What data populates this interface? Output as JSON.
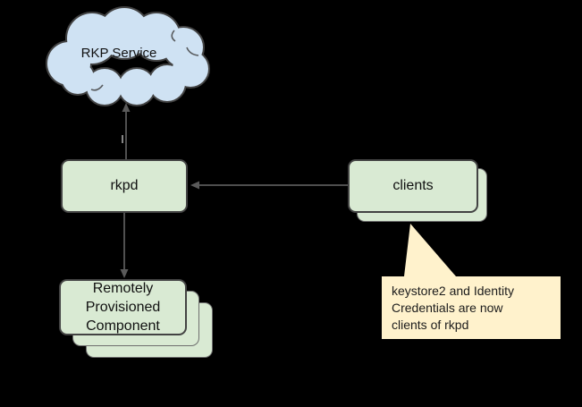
{
  "diagram": {
    "colors": {
      "background": "#000000",
      "cloud_fill": "#cfe2f3",
      "node_fill": "#d9ead3",
      "callout_fill": "#fff2cc",
      "border": "#434343",
      "arrow": "#5a5a5a"
    },
    "nodes": {
      "rkp_service": {
        "label": "RKP Service",
        "shape": "cloud"
      },
      "rkpd": {
        "label": "rkpd",
        "shape": "rounded-rect"
      },
      "clients": {
        "label": "clients",
        "shape": "stacked-rounded-rect",
        "stack_count": 2
      },
      "remotely_provisioned_component": {
        "shape": "stacked-rounded-rect",
        "stack_count": 3,
        "label_lines": [
          "Remotely",
          "Provisioned",
          "Component"
        ]
      }
    },
    "callout": {
      "lines": [
        "keystore2 and Identity",
        "Credentials are now",
        "clients of rkpd"
      ],
      "points_to": "clients"
    },
    "connectors": [
      {
        "name": "rkpd-to-rkp-service",
        "from": "rkpd",
        "to": "rkp_service",
        "arrowhead": "up"
      },
      {
        "name": "rkpd-to-remotely-provisioned-component",
        "from": "rkpd",
        "to": "remotely_provisioned_component",
        "arrowhead": "down"
      },
      {
        "name": "clients-to-rkpd",
        "from": "clients",
        "to": "rkpd",
        "arrowhead": "left"
      }
    ]
  }
}
